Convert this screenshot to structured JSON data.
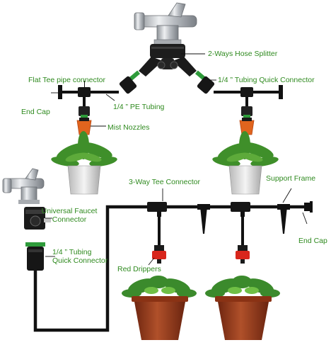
{
  "labels": {
    "hose_splitter": "2-Ways Hose Splitter",
    "flat_tee": "Flat Tee pipe connector",
    "tubing_quick_connector_top": "1/4 ” Tubing Quick  Connector",
    "end_cap_left": "End Cap",
    "pe_tubing": "1/4 ” PE Tubing",
    "mist_nozzles": "Mist Nozzles",
    "three_way_tee": "3-Way Tee Connector",
    "support_frame": "Support Frame",
    "universal_faucet_line1": "Universal Faucet",
    "universal_faucet_line2": "Connector",
    "end_cap_right": "End Cap",
    "tubing_quick_bottom_line1": "1/4 ” Tubing",
    "tubing_quick_bottom_line2": "Quick  Connector",
    "red_drippers": "Red Drippers"
  },
  "colors": {
    "label_green": "#2f8a1f",
    "tube_black": "#111111",
    "nozzle_orange": "#e0641e",
    "dripper_red": "#d8261c",
    "connector_green": "#2e9b3a",
    "pot_brown": "#9a3b1a",
    "faucet_silver": "#c9ccd0"
  }
}
